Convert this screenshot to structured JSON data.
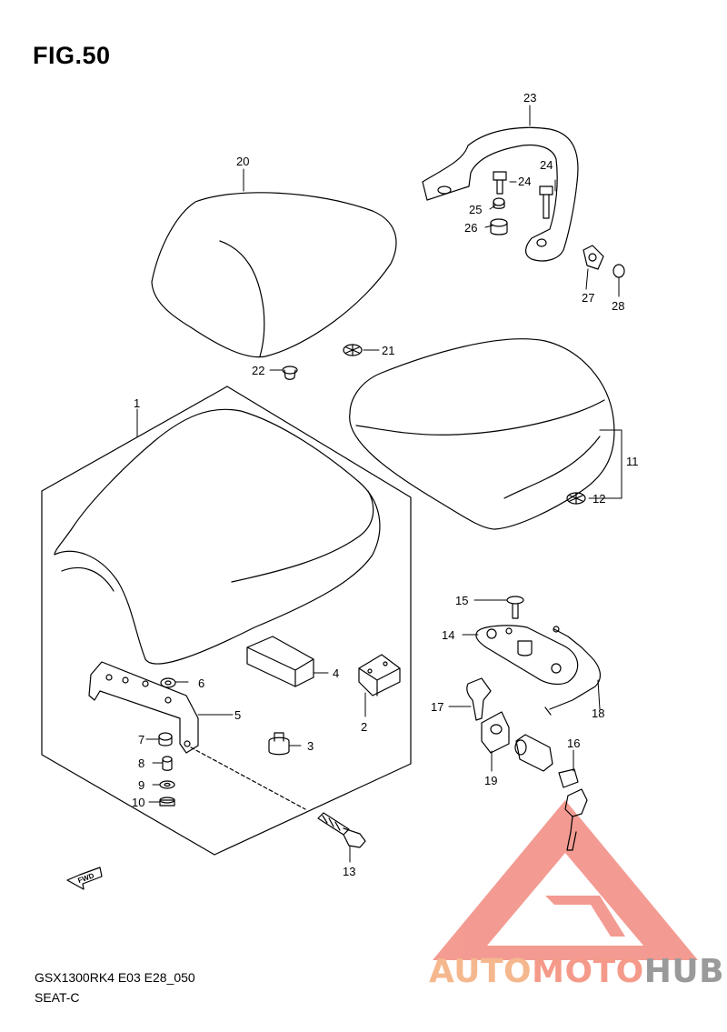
{
  "figure": {
    "title": "FIG.50"
  },
  "footer": {
    "model_code": "GSX1300RK4 E03 E28_050",
    "section": "SEAT-C"
  },
  "brand": {
    "part1": "AUTO",
    "part2": "MOTO",
    "part3": "HUB"
  },
  "fwd_label": "FWD",
  "callouts": {
    "c1": "1",
    "c2": "2",
    "c3": "3",
    "c4": "4",
    "c5": "5",
    "c6": "6",
    "c7": "7",
    "c8": "8",
    "c9": "9",
    "c10": "10",
    "c11": "11",
    "c12": "12",
    "c13": "13",
    "c14": "14",
    "c15": "15",
    "c16": "16",
    "c17": "17",
    "c18": "18",
    "c19": "19",
    "c20": "20",
    "c21": "21",
    "c22": "22",
    "c23": "23",
    "c24a": "24",
    "c24b": "24",
    "c25": "25",
    "c26": "26",
    "c27": "27",
    "c28": "28"
  },
  "colors": {
    "line": "#000000",
    "watermark_triangle": "#f07a6e",
    "brand_auto": "#f5b88e",
    "brand_moto": "#f59a8a",
    "brand_hub": "#9a9a9a"
  }
}
